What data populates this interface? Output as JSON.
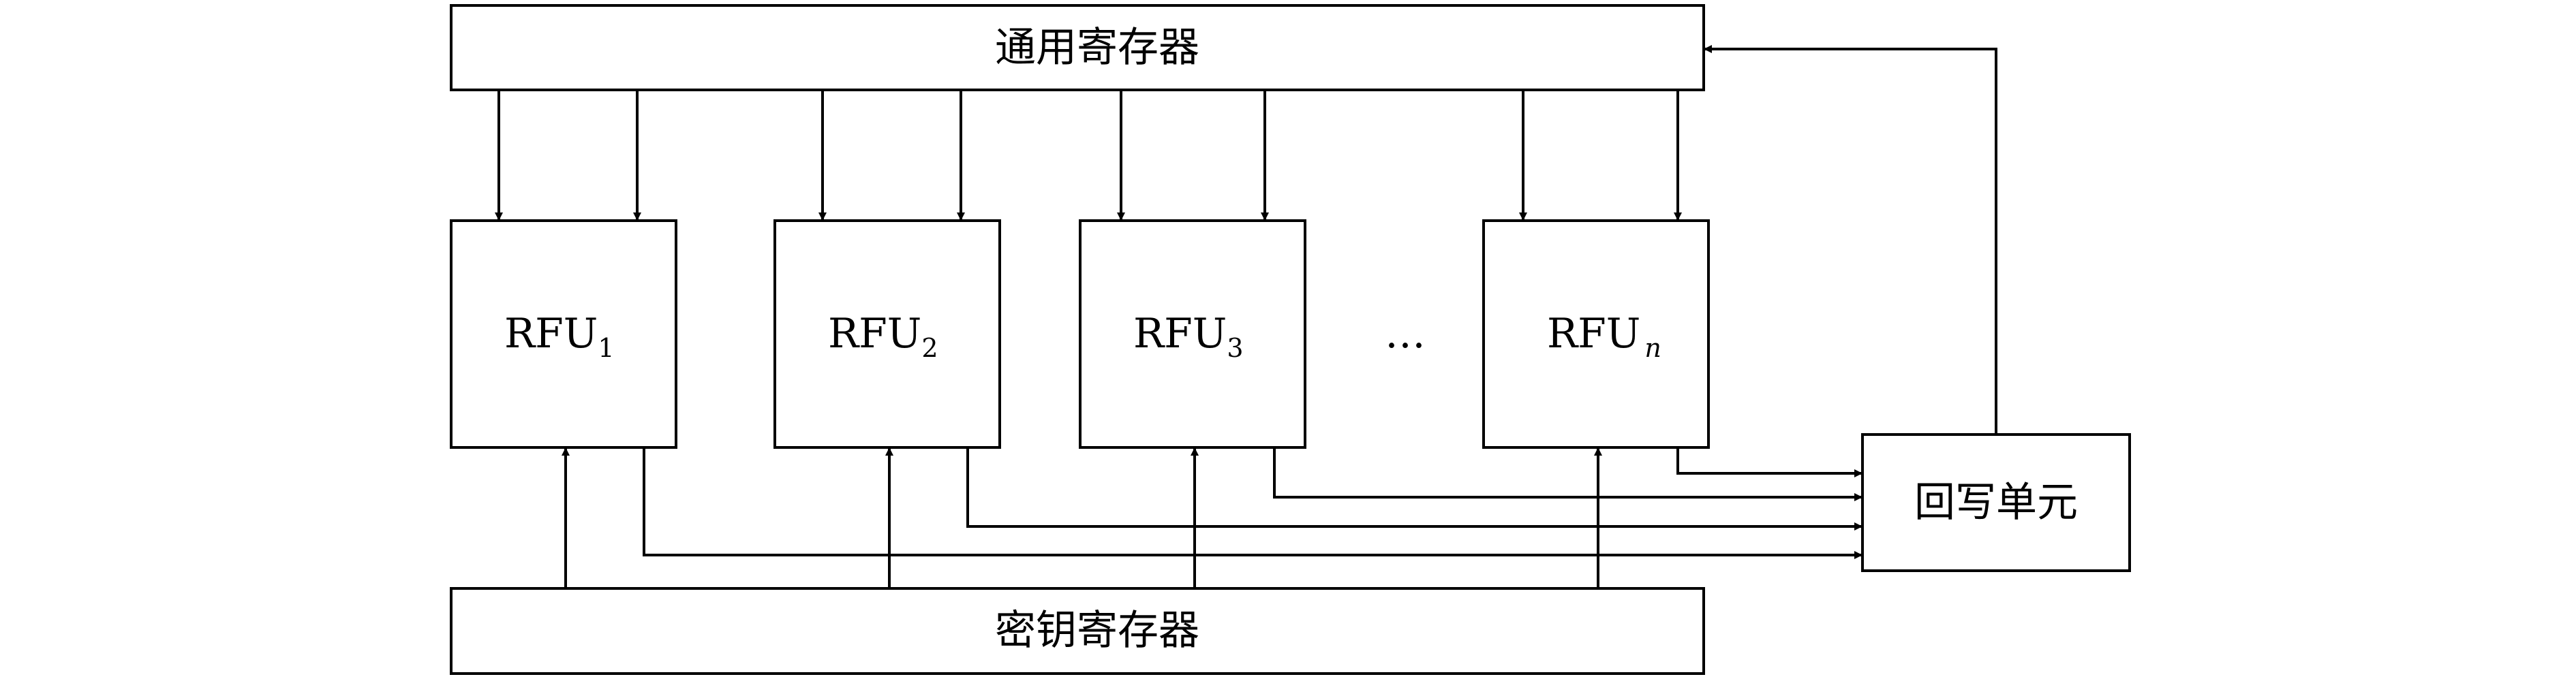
{
  "registers": {
    "general": "通用寄存器",
    "key": "密钥寄存器"
  },
  "units": [
    {
      "base": "RFU",
      "sub": "1"
    },
    {
      "base": "RFU",
      "sub": "2"
    },
    {
      "base": "RFU",
      "sub": "3"
    },
    {
      "base": "RFU",
      "sub": "n"
    }
  ],
  "ellipsis": "…",
  "writeback": "回写单元",
  "colors": {
    "stroke": "#000000",
    "fill": "#ffffff"
  }
}
